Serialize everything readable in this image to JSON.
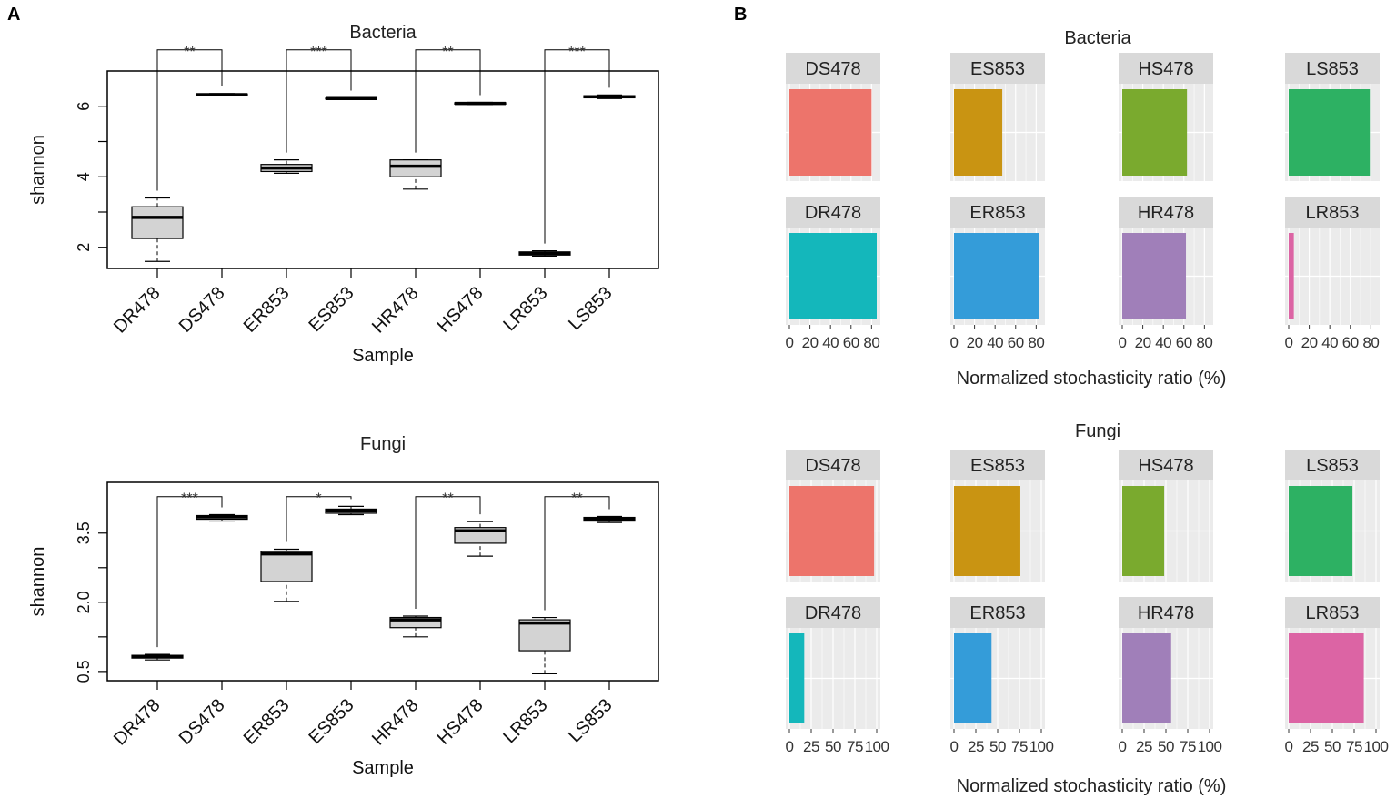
{
  "panel_labels": {
    "a": "A",
    "b": "B"
  },
  "colors": {
    "box_fill": "#d3d3d3",
    "strip_bg": "#d9d9d9",
    "panel_bg": "#ebebeb",
    "grid": "#ffffff",
    "DS478": "#ed746b",
    "ES853": "#c99412",
    "HS478": "#7aaa2e",
    "LS853": "#2db163",
    "DR478": "#14b7bb",
    "ER853": "#349cd9",
    "HR478": "#a07fb9",
    "LR853": "#dc64a4"
  },
  "chart_data": [
    {
      "type": "box",
      "title": "Bacteria",
      "xlabel": "Sample",
      "ylabel": "shannon",
      "ylim": [
        1.4,
        7.0
      ],
      "yticks": [
        "2",
        "4",
        "6"
      ],
      "minor_yticks": [
        3,
        5
      ],
      "categories": [
        "DR478",
        "DS478",
        "ER853",
        "ES853",
        "HR478",
        "HS478",
        "LR853",
        "LS853"
      ],
      "boxes": [
        {
          "whislo": 1.6,
          "q1": 2.25,
          "med": 2.85,
          "q3": 3.15,
          "whishi": 3.4
        },
        {
          "whislo": 6.3,
          "q1": 6.31,
          "med": 6.33,
          "q3": 6.35,
          "whishi": 6.36
        },
        {
          "whislo": 4.1,
          "q1": 4.15,
          "med": 4.25,
          "q3": 4.35,
          "whishi": 4.48
        },
        {
          "whislo": 6.2,
          "q1": 6.21,
          "med": 6.22,
          "q3": 6.23,
          "whishi": 6.24
        },
        {
          "whislo": 3.65,
          "q1": 4.0,
          "med": 4.3,
          "q3": 4.48,
          "whishi": 4.48
        },
        {
          "whislo": 6.05,
          "q1": 6.06,
          "med": 6.08,
          "q3": 6.1,
          "whishi": 6.11
        },
        {
          "whislo": 1.75,
          "q1": 1.78,
          "med": 1.82,
          "q3": 1.87,
          "whishi": 1.9
        },
        {
          "whislo": 6.22,
          "q1": 6.24,
          "med": 6.27,
          "q3": 6.3,
          "whishi": 6.32
        }
      ],
      "comparisons": [
        {
          "from": 0,
          "to": 1,
          "label": "**",
          "y": 7.6
        },
        {
          "from": 2,
          "to": 3,
          "label": "***",
          "y": 7.6
        },
        {
          "from": 4,
          "to": 5,
          "label": "**",
          "y": 7.6
        },
        {
          "from": 6,
          "to": 7,
          "label": "***",
          "y": 7.6
        }
      ]
    },
    {
      "type": "box",
      "title": "Fungi",
      "xlabel": "Sample",
      "ylabel": "shannon",
      "ylim": [
        0.3,
        4.6
      ],
      "yticks": [
        "0.5",
        "2.0",
        "3.5"
      ],
      "minor_yticks": [
        1.25,
        2.75
      ],
      "categories": [
        "DR478",
        "DS478",
        "ER853",
        "ES853",
        "HR478",
        "HS478",
        "LR853",
        "LS853"
      ],
      "boxes": [
        {
          "whislo": 0.75,
          "q1": 0.79,
          "med": 0.82,
          "q3": 0.85,
          "whishi": 0.87
        },
        {
          "whislo": 3.76,
          "q1": 3.8,
          "med": 3.85,
          "q3": 3.88,
          "whishi": 3.9
        },
        {
          "whislo": 2.02,
          "q1": 2.45,
          "med": 3.05,
          "q3": 3.1,
          "whishi": 3.15
        },
        {
          "whislo": 3.9,
          "q1": 3.93,
          "med": 3.98,
          "q3": 4.02,
          "whishi": 4.08
        },
        {
          "whislo": 1.25,
          "q1": 1.45,
          "med": 1.62,
          "q3": 1.67,
          "whishi": 1.7
        },
        {
          "whislo": 3.0,
          "q1": 3.28,
          "med": 3.55,
          "q3": 3.62,
          "whishi": 3.75
        },
        {
          "whislo": 0.45,
          "q1": 0.95,
          "med": 1.55,
          "q3": 1.62,
          "whishi": 1.67
        },
        {
          "whislo": 3.73,
          "q1": 3.76,
          "med": 3.8,
          "q3": 3.84,
          "whishi": 3.86
        }
      ],
      "comparisons": [
        {
          "from": 0,
          "to": 1,
          "label": "***",
          "y": 4.29
        },
        {
          "from": 2,
          "to": 3,
          "label": "*",
          "y": 4.29
        },
        {
          "from": 4,
          "to": 5,
          "label": "**",
          "y": 4.29
        },
        {
          "from": 6,
          "to": 7,
          "label": "**",
          "y": 4.29
        }
      ]
    },
    {
      "type": "bar",
      "orientation": "horizontal",
      "title": "Bacteria",
      "xlabel": "Normalized stochasticity ratio (%)",
      "xticks": [
        0,
        20,
        40,
        60,
        80
      ],
      "tick_labels": [
        "0",
        "20",
        "40",
        "60",
        "80"
      ],
      "xlim": [
        0,
        85
      ],
      "facets": [
        {
          "name": "DS478",
          "value": 80
        },
        {
          "name": "ES853",
          "value": 47
        },
        {
          "name": "HS478",
          "value": 63
        },
        {
          "name": "LS853",
          "value": 79
        },
        {
          "name": "DR478",
          "value": 87
        },
        {
          "name": "ER853",
          "value": 83
        },
        {
          "name": "HR478",
          "value": 62
        },
        {
          "name": "LR853",
          "value": 5
        }
      ]
    },
    {
      "type": "bar",
      "orientation": "horizontal",
      "title": "Fungi",
      "xlabel": "Normalized stochasticity ratio (%)",
      "xticks": [
        0,
        25,
        50,
        75,
        100
      ],
      "tick_labels": [
        "0",
        "25",
        "50",
        "75",
        "100"
      ],
      "xlim": [
        0,
        100
      ],
      "facets": [
        {
          "name": "DS478",
          "value": 97
        },
        {
          "name": "ES853",
          "value": 76
        },
        {
          "name": "HS478",
          "value": 48
        },
        {
          "name": "LS853",
          "value": 73
        },
        {
          "name": "DR478",
          "value": 17
        },
        {
          "name": "ER853",
          "value": 43
        },
        {
          "name": "HR478",
          "value": 56
        },
        {
          "name": "LR853",
          "value": 86
        }
      ]
    }
  ]
}
